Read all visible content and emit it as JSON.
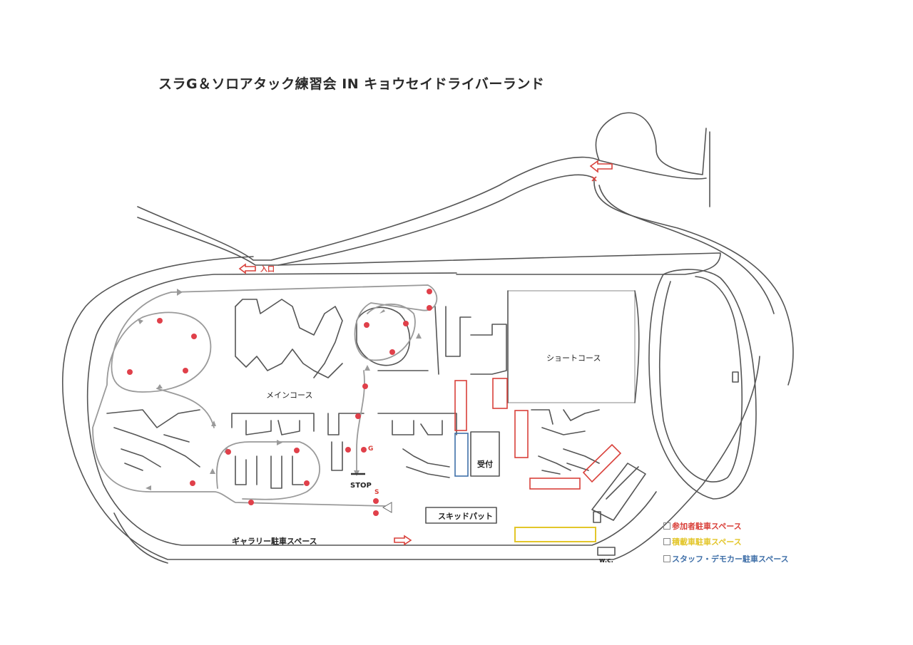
{
  "title": "スラG＆ソロアタック練習会 IN キョウセイドライバーランド",
  "labels": {
    "entrance": "入口",
    "main_course": "メインコース",
    "short_course": "ショートコース",
    "reception": "受付",
    "stop": "STOP",
    "start": "S",
    "goal": "G",
    "skid_pad": "スキッドパット",
    "gallery_parking": "ギャラリー駐車スペース",
    "wc": "w.c."
  },
  "legend": [
    {
      "label": "参加者駐車スペース",
      "color": "#d9403a"
    },
    {
      "label": "積載車駐車スペース",
      "color": "#e3c62a"
    },
    {
      "label": "スタッフ・デモカー駐車スペース",
      "color": "#3f6fa8"
    }
  ],
  "colors": {
    "road": "#555555",
    "route": "#9a9a9a",
    "marker": "#e0404a",
    "arrow": "#d9403a"
  },
  "icons": [
    "pylon-marker-icon",
    "direction-arrow-icon",
    "route-arrow-icon"
  ]
}
